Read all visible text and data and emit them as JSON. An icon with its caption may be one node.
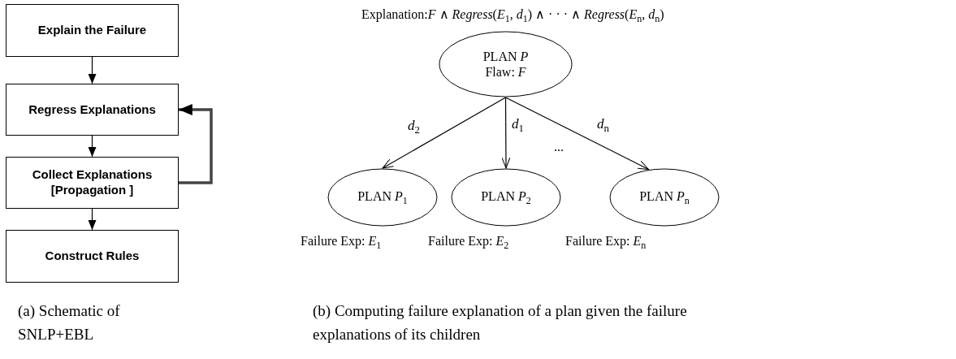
{
  "diagram": {
    "nodes": [
      {
        "text": [
          "Explain the Failure"
        ]
      },
      {
        "text": [
          "Regress Explanations"
        ]
      },
      {
        "text": [
          "Collect Explanations [Propagation ]"
        ]
      },
      {
        "text": [
          "Construct Rules"
        ]
      },
      {
        "text": [
          "PLAN *P*",
          "Flaw: *F*"
        ]
      },
      {
        "text": [
          "PLAN *P*$_{1}$"
        ],
        "beside": [
          "Failure Exp: *E*$_{1}$"
        ]
      },
      {
        "text": [
          "PLAN *P*$_{2}$"
        ],
        "beside": [
          "Failure Exp: *E*$_{2}$"
        ]
      },
      {
        "text": [
          "PLAN *P*$_{n}$"
        ],
        "beside": [
          "Failure Exp: *E*$_{n}$"
        ]
      }
    ],
    "edges": [
      {
        "from": 0,
        "to": 1,
        "arrow": "to"
      },
      {
        "from": 1,
        "to": 2,
        "arrow": "to"
      },
      {
        "from": 2,
        "to": 3,
        "arrow": "to"
      },
      {
        "from": 2,
        "to": 1,
        "arrow": "to",
        "style": "thick"
      },
      {
        "from": 4,
        "to": 5,
        "arrow": "to",
        "label": "*d*$_{2}$"
      },
      {
        "from": 4,
        "to": 6,
        "arrow": "to",
        "label": "*d*$_{1}$"
      },
      {
        "from": 4,
        "to": 7,
        "arrow": "to",
        "label": "*d*$_{n}$"
      }
    ],
    "labels": [
      "Explanation:*F* ∧ *Regress*(*E*$_{1}$, *d*$_{1}$) ∧ · · · ∧ *Regress*(*E*$_{n}$, *d*$_{n}$)",
      "...",
      "(a) Schematic of SNLP+EBL",
      "(b) Computing failure explanation of a plan given the failure explanations of its children"
    ]
  }
}
